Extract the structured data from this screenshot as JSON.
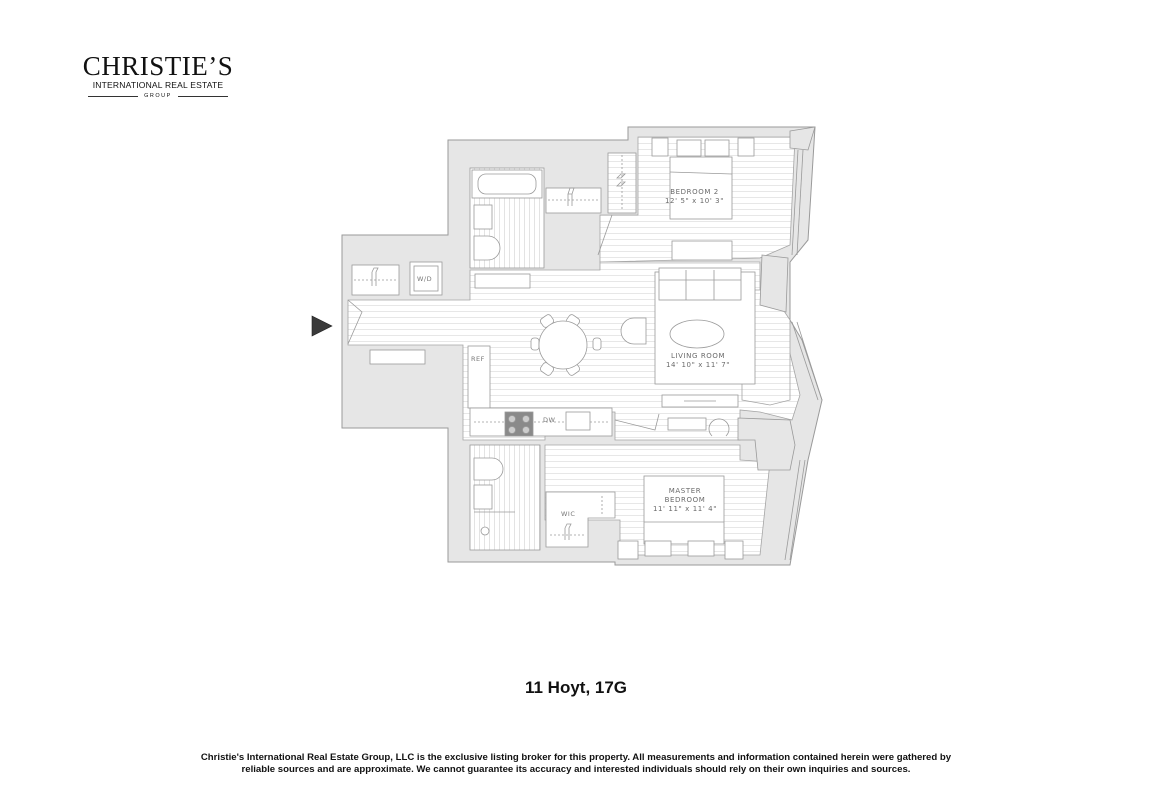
{
  "logo": {
    "name": "CHRISTIE’S",
    "subtitle": "INTERNATIONAL REAL ESTATE",
    "group": "GROUP"
  },
  "floorplan": {
    "rooms": [
      {
        "id": "bedroom-2",
        "name": "BEDROOM 2",
        "dimensions": "12' 5\" x 10' 3\""
      },
      {
        "id": "living-room",
        "name": "LIVING ROOM",
        "dimensions": "14' 10\" x 11' 7\""
      },
      {
        "id": "master-bedroom",
        "name": "MASTER BEDROOM",
        "name_line1": "MASTER",
        "name_line2": "BEDROOM",
        "dimensions": "11' 11\" x 11' 4\""
      }
    ],
    "fixtures": {
      "washer_dryer": "W/D",
      "refrigerator": "REF",
      "dishwasher": "DW",
      "walk_in_closet": "WIC"
    },
    "entry_marker": "entry-arrow",
    "colors": {
      "wall_fill": "#e4e4e4",
      "line": "#9a9a9a",
      "floor_lines": "#dcdcdc",
      "entry_arrow": "#3a3a3a"
    }
  },
  "listing": {
    "address": "11 Hoyt, 17G"
  },
  "disclaimer": {
    "line1": "Christie's International Real Estate Group, LLC is the exclusive listing broker for this property. All measurements and information contained herein were gathered by",
    "line2": "reliable sources and are approximate. We cannot guarantee its accuracy and interested individuals should rely on their own inquiries and sources."
  }
}
